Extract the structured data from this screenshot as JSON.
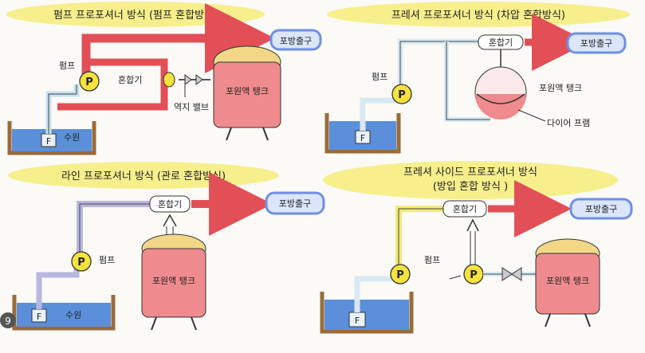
{
  "panels": [
    {
      "title": "펌프 프로포셔너 방식 (펌프 혼합방식)",
      "outlet": "포방출구",
      "pump": "펌프",
      "mixer": "혼합기",
      "tank": "포원액 탱크",
      "water": "수원",
      "valve": "역지 밸브",
      "strainer": "F",
      "pump_symbol": "P"
    },
    {
      "title": "프레셔 프로포셔너 방식 (차압 혼합방식)",
      "outlet": "포방출구",
      "pump": "펌프",
      "mixer": "혼합기",
      "tank": "포원액 탱크",
      "diaphragm": "다이어 프램",
      "strainer": "F",
      "pump_symbol": "P"
    },
    {
      "title": "라인 프로포셔너 방식 (관로 혼합방식)",
      "outlet": "포방출구",
      "pump": "펌프",
      "mixer": "혼합기",
      "tank": "포원액 탱크",
      "water": "수원",
      "strainer": "F",
      "pump_symbol": "P"
    },
    {
      "title_line1": "프레셔 사이드 프로포셔너 방식",
      "title_line2": "(방입 혼합 방식 )",
      "outlet": "포방출구",
      "pump": "펌프",
      "mixer": "혼합기",
      "tank": "포원액 탱크",
      "strainer": "F",
      "pump_symbol": "P"
    }
  ],
  "badge": "9",
  "colors": {
    "title_bg": "#f7ef8c",
    "outlet_bg": "#dbe6fb",
    "outlet_border": "#6f8fe6",
    "red_pipe": "#e24f57",
    "pump_yellow": "#f6e23e",
    "tank_top": "#f2d886",
    "tank_body": "#ef8b8e",
    "water": "#5b8fd9",
    "basin": "#9a6b3a"
  }
}
